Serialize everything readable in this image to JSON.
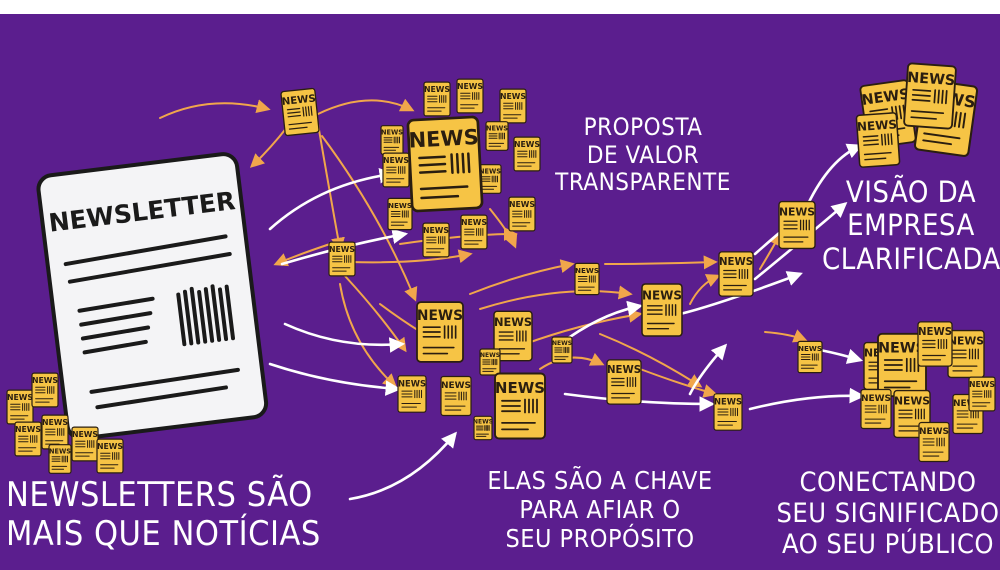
{
  "newsletter_title": "NEWSLETTER",
  "news_label": "NEWS",
  "captions": {
    "proposta": [
      "PROPOSTA",
      "DE VALOR",
      "TRANSPARENTE"
    ],
    "visao": [
      "VISÃO DA",
      "EMPRESA",
      "CLARIFICADA"
    ],
    "newsletters": [
      "NEWSLETTERS SÃO",
      "MAIS QUE NOTÍCIAS"
    ],
    "chave": [
      "ELAS SÃO A CHAVE",
      "PARA AFIAR O",
      "SEU PROPÓSITO"
    ],
    "conectando": [
      "CONECTANDO",
      "SEU SIGNIFICADO",
      "AO SEU PÚBLICO"
    ]
  },
  "colors": {
    "background": "#5b1e8e",
    "card": "#f6c445",
    "card_border": "#2a1e10",
    "orange_arrow": "#f1a64b",
    "white_arrow": "#ffffff"
  }
}
